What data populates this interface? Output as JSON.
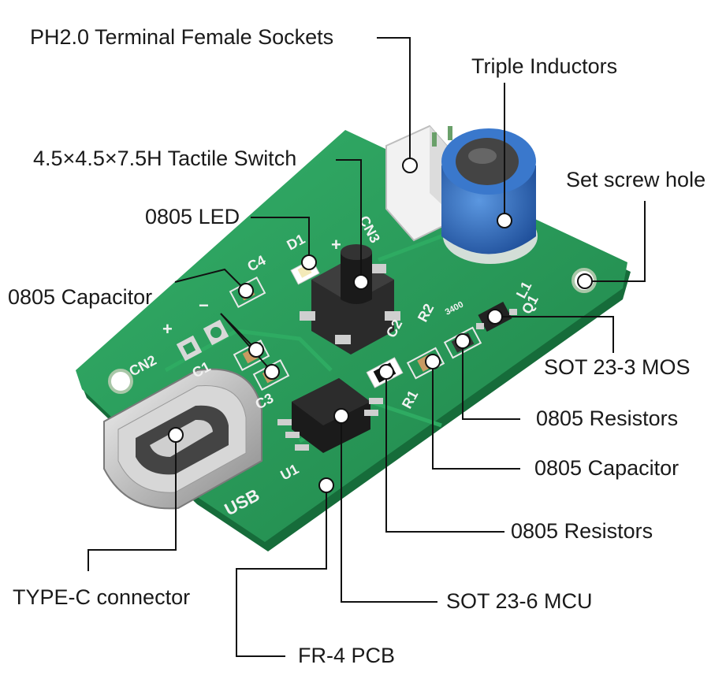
{
  "colors": {
    "pcb": "#2a9a5a",
    "pcb_dark": "#1d7a45",
    "silkscreen": "#f2f2f2",
    "pad": "#cfcfcf",
    "inductor": "#2f6fc4",
    "leader": "#111111"
  },
  "silkscreen": {
    "cn2": "CN2",
    "cn3": "CN3",
    "c4": "C4",
    "d1": "D1",
    "c1": "C1",
    "c3": "C3",
    "c2": "C2",
    "r2": "R2",
    "r1": "R1",
    "q1": "Q1",
    "l1": "L1",
    "u1": "U1",
    "usb": "USB",
    "plus": "+",
    "minus": "−",
    "marking_3400": "3400"
  },
  "labels": {
    "ph20_sockets": "PH2.0 Terminal Female Sockets",
    "triple_inductors": "Triple Inductors",
    "tactile_switch": "4.5×4.5×7.5H Tactile Switch",
    "set_screw_hole": "Set screw hole",
    "led_0805": "0805 LED",
    "capacitor_0805_left": "0805 Capacitor",
    "sot23_3_mos": "SOT 23-3 MOS",
    "resistors_0805_upper": "0805 Resistors",
    "capacitor_0805_right": "0805 Capacitor",
    "resistors_0805_lower": "0805 Resistors",
    "type_c_connector": "TYPE-C connector",
    "sot23_6_mcu": "SOT 23-6 MCU",
    "fr4_pcb": "FR-4 PCB"
  }
}
